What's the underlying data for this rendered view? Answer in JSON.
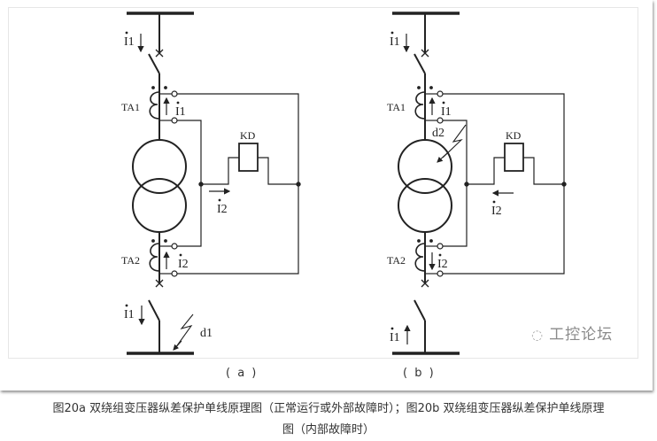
{
  "figure": {
    "panels": [
      {
        "id": "a",
        "sublabel": "( a )",
        "labels": {
          "ta1": "TA1",
          "ta2": "TA2",
          "relay": "KD",
          "i1_top": "I1",
          "i1_ct": "I1",
          "i2_loop": "I2",
          "i2_ct": "I2",
          "i1_bottom": "I1",
          "fault": "d1"
        },
        "current_direction": {
          "i1_bottom": "down",
          "i2_loop": "right",
          "i2_ct": "up"
        }
      },
      {
        "id": "b",
        "sublabel": "( b )",
        "labels": {
          "ta1": "TA1",
          "ta2": "TA2",
          "relay": "KD",
          "i1_top": "I1",
          "i1_ct": "I1",
          "i2_loop": "I2",
          "i2_ct": "I2",
          "i1_bottom": "I1",
          "fault": "d2"
        },
        "current_direction": {
          "i1_bottom": "up",
          "i2_loop": "left",
          "i2_ct": "down"
        }
      }
    ],
    "watermark": "工控论坛",
    "caption_line1": "图20a 双绕组变压器纵差保护单线原理图（正常运行或外部故障时）；图20b 双绕组变压器纵差保护单线原理",
    "caption_line2": "图（内部故障时）"
  }
}
